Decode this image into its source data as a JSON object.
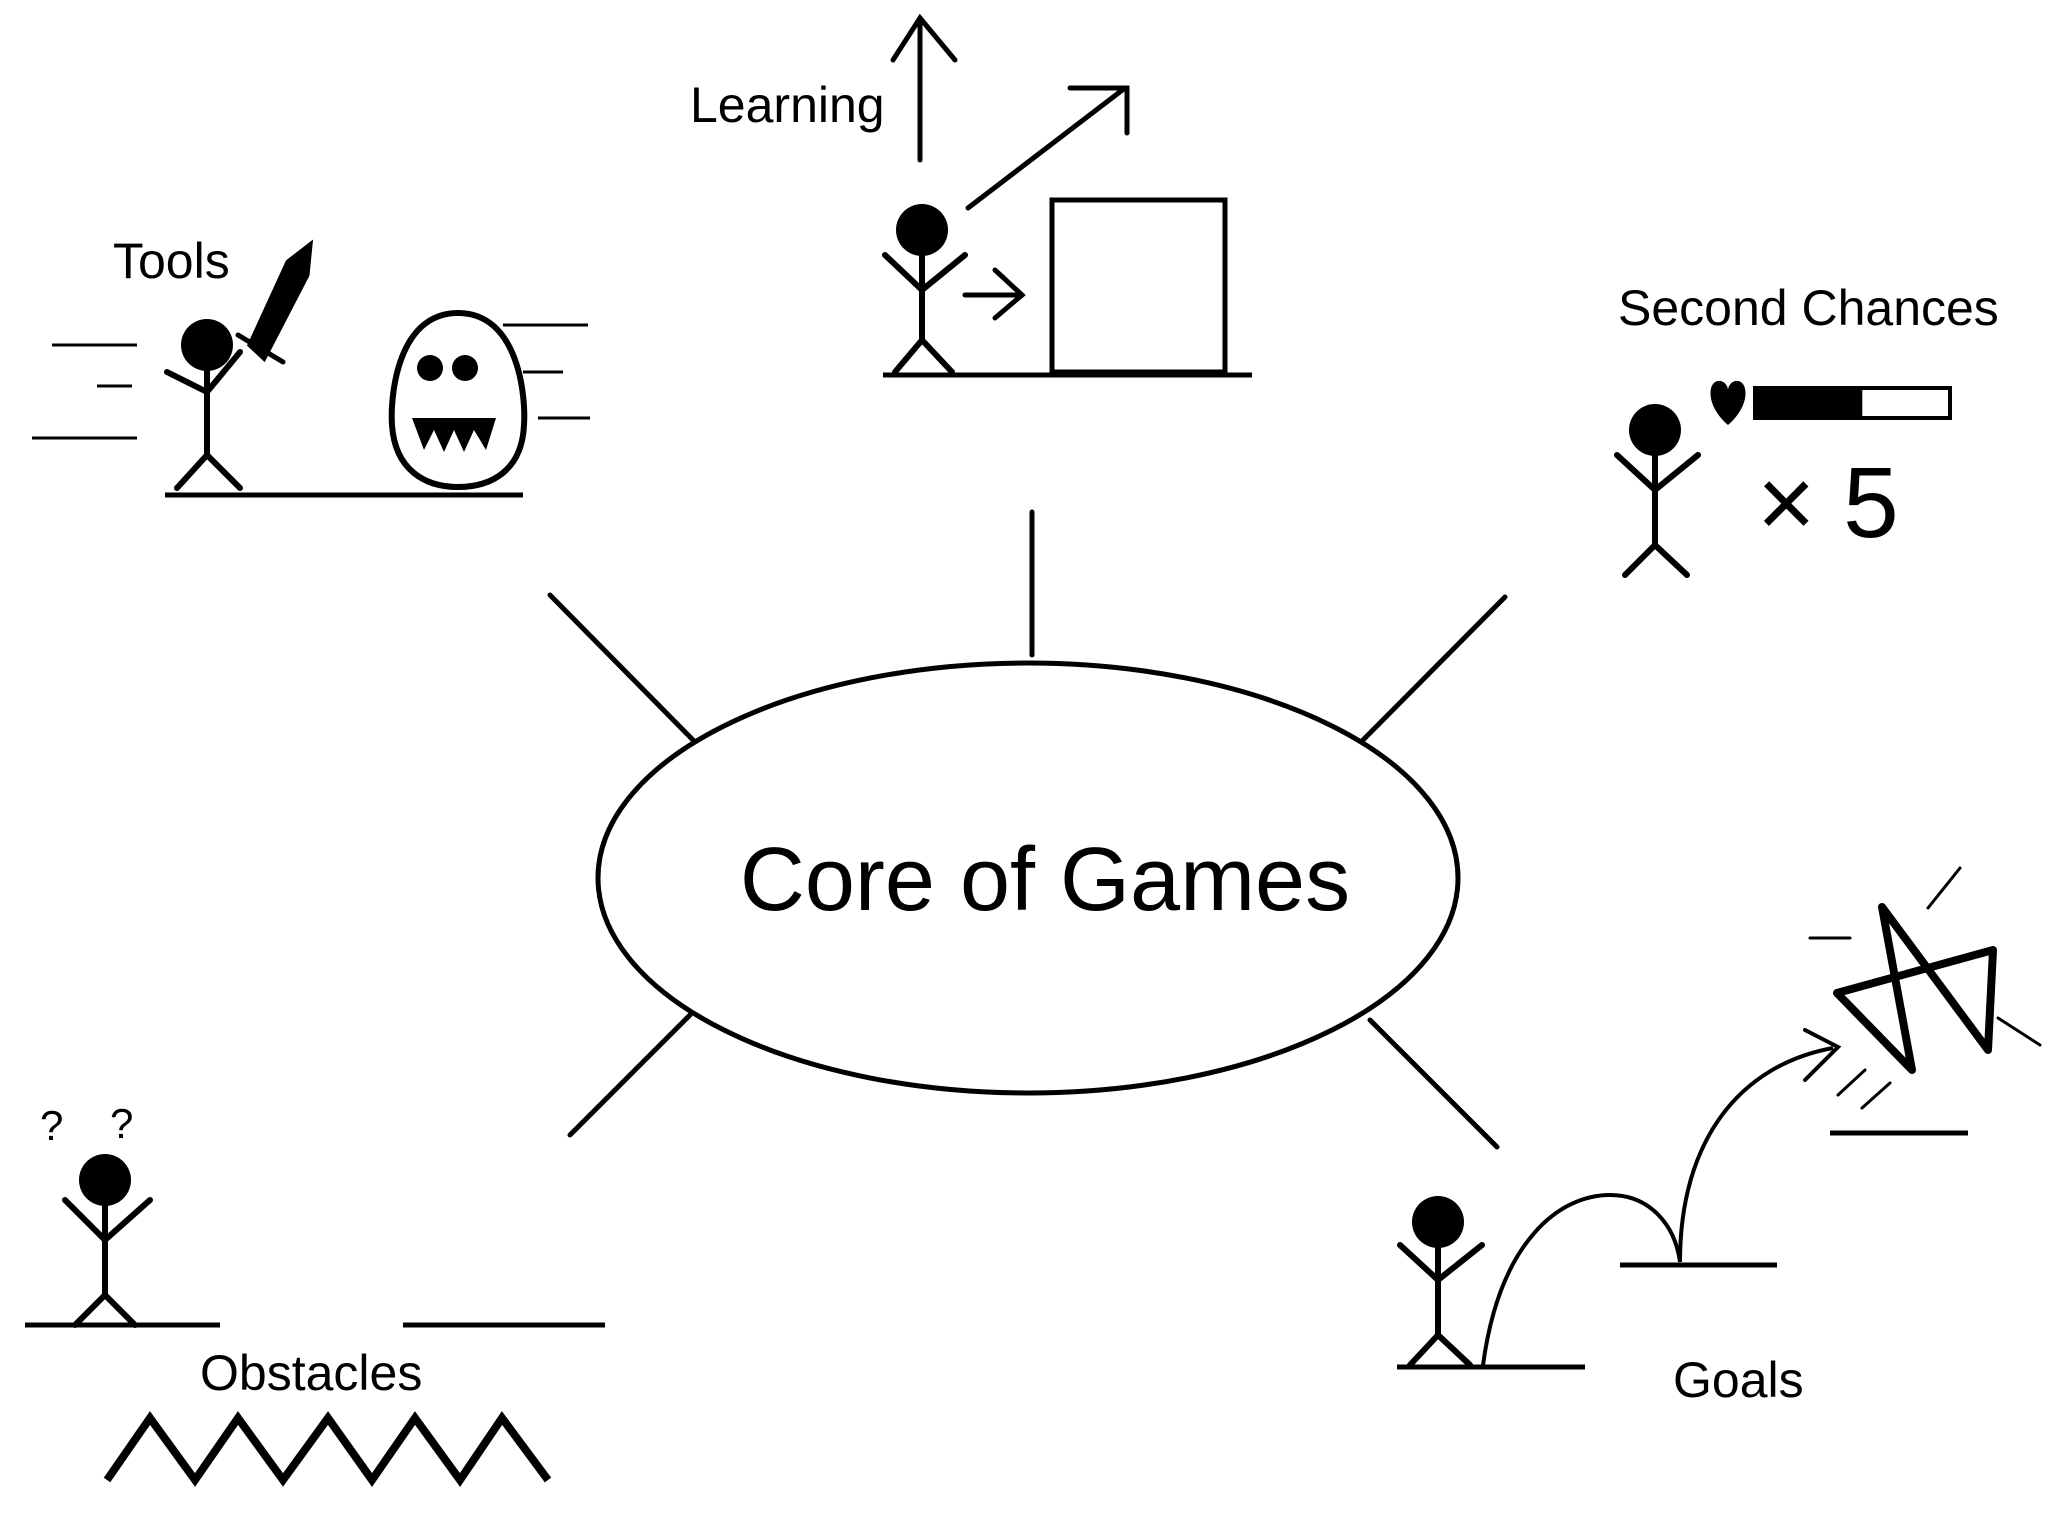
{
  "center": {
    "label": "Core of Games"
  },
  "branches": {
    "tools": {
      "label": "Tools"
    },
    "learning": {
      "label": "Learning"
    },
    "second_chances": {
      "label": "Second Chances",
      "lives_text": "× 5",
      "health_fraction": 0.55
    },
    "obstacles": {
      "label": "Obstacles",
      "question_marks": [
        "?",
        "?"
      ]
    },
    "goals": {
      "label": "Goals"
    }
  },
  "colors": {
    "ink": "#000000",
    "paper": "#ffffff"
  },
  "icons": [
    "stick-figure-icon",
    "sword-icon",
    "monster-icon",
    "box-icon",
    "arrow-icon",
    "heart-icon",
    "health-bar-icon",
    "star-icon",
    "spikes-icon"
  ]
}
